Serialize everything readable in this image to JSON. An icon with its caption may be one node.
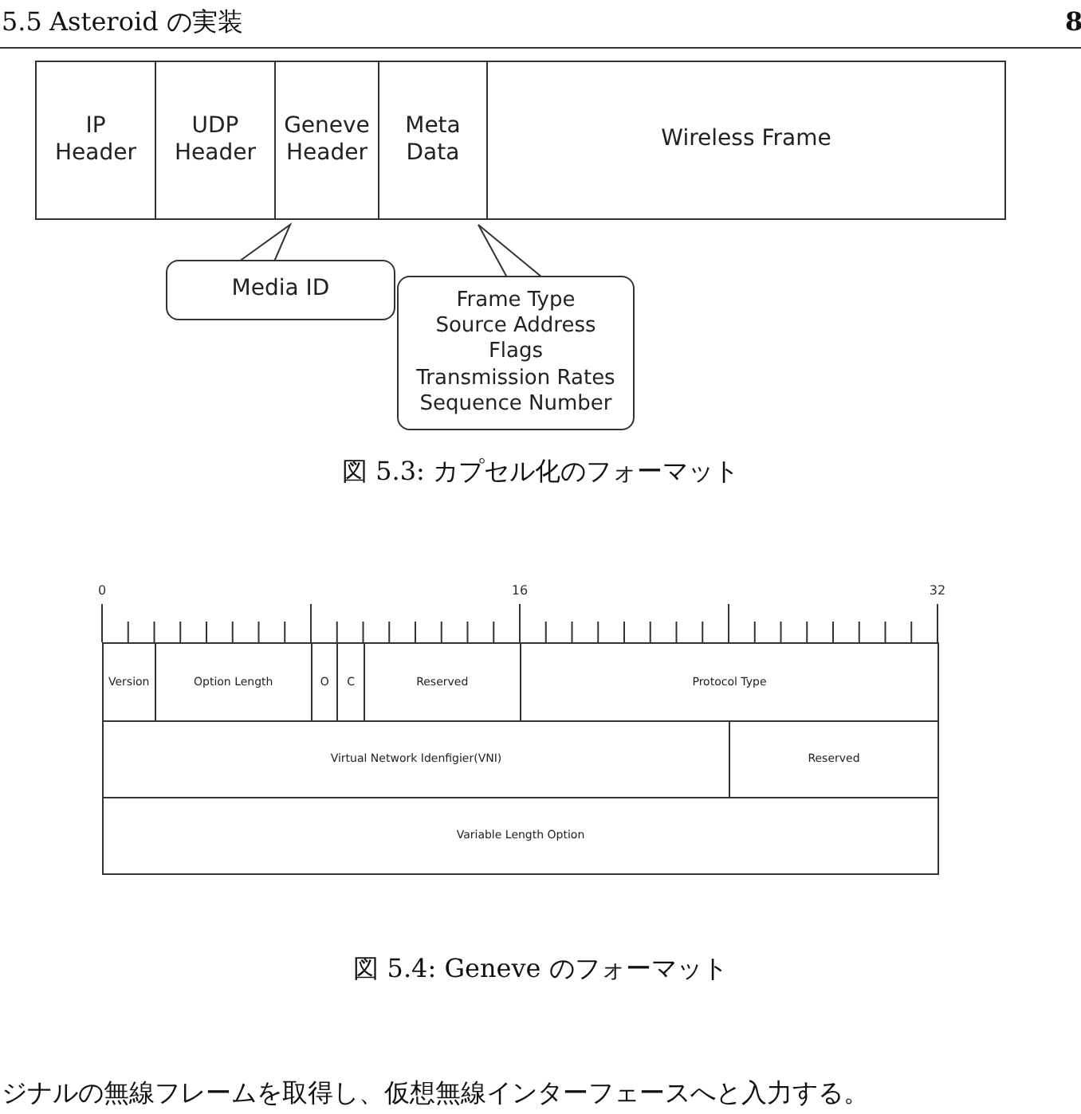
{
  "diagram": {
    "nodes": [
      {
        "text": [
          "IP Header"
        ]
      },
      {
        "text": [
          "UDP Header"
        ]
      },
      {
        "text": [
          "Geneve Header"
        ]
      },
      {
        "text": [
          "Meta Data"
        ]
      },
      {
        "text": [
          "Wireless Frame"
        ]
      },
      {
        "text": [
          "Media ID"
        ]
      },
      {
        "text": [
          "Frame Type",
          "Source Address",
          "Flags",
          "Transmission Rates",
          "Sequence Number"
        ]
      },
      {
        "text": [
          "Version"
        ]
      },
      {
        "text": [
          "Option Length"
        ]
      },
      {
        "text": [
          "O"
        ]
      },
      {
        "text": [
          "C"
        ]
      },
      {
        "text": [
          "Reserved"
        ]
      },
      {
        "text": [
          "Protocol Type"
        ]
      },
      {
        "text": [
          "Virtual Network Idenfigier(VNI)"
        ]
      },
      {
        "text": [
          "Reserved"
        ]
      },
      {
        "text": [
          "Variable Length Option"
        ]
      }
    ],
    "labels": [
      "5.5",
      "Asteroid の実装",
      "8",
      "図 5.3: カプセル化のフォーマット",
      "0",
      "16",
      "32",
      "図 5.4: Geneve のフォーマット",
      "ジナルの無線フレームを取得し、仮想無線インターフェースへと入力する。"
    ]
  }
}
